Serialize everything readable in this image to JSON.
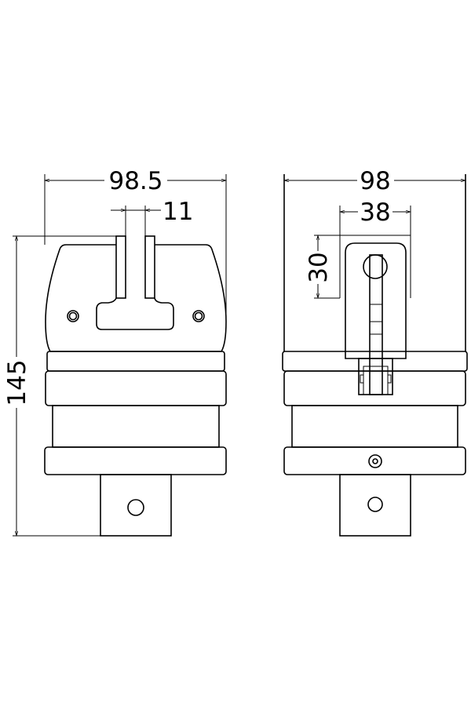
{
  "drawing": {
    "front_view": {
      "width_dimension": "98.5",
      "slot_dimension": "11",
      "height_dimension": "145"
    },
    "side_view": {
      "width_dimension": "98",
      "clip_width_dimension": "38",
      "clip_height_dimension": "30"
    },
    "line_color": "#000000",
    "background_color": "#ffffff"
  }
}
